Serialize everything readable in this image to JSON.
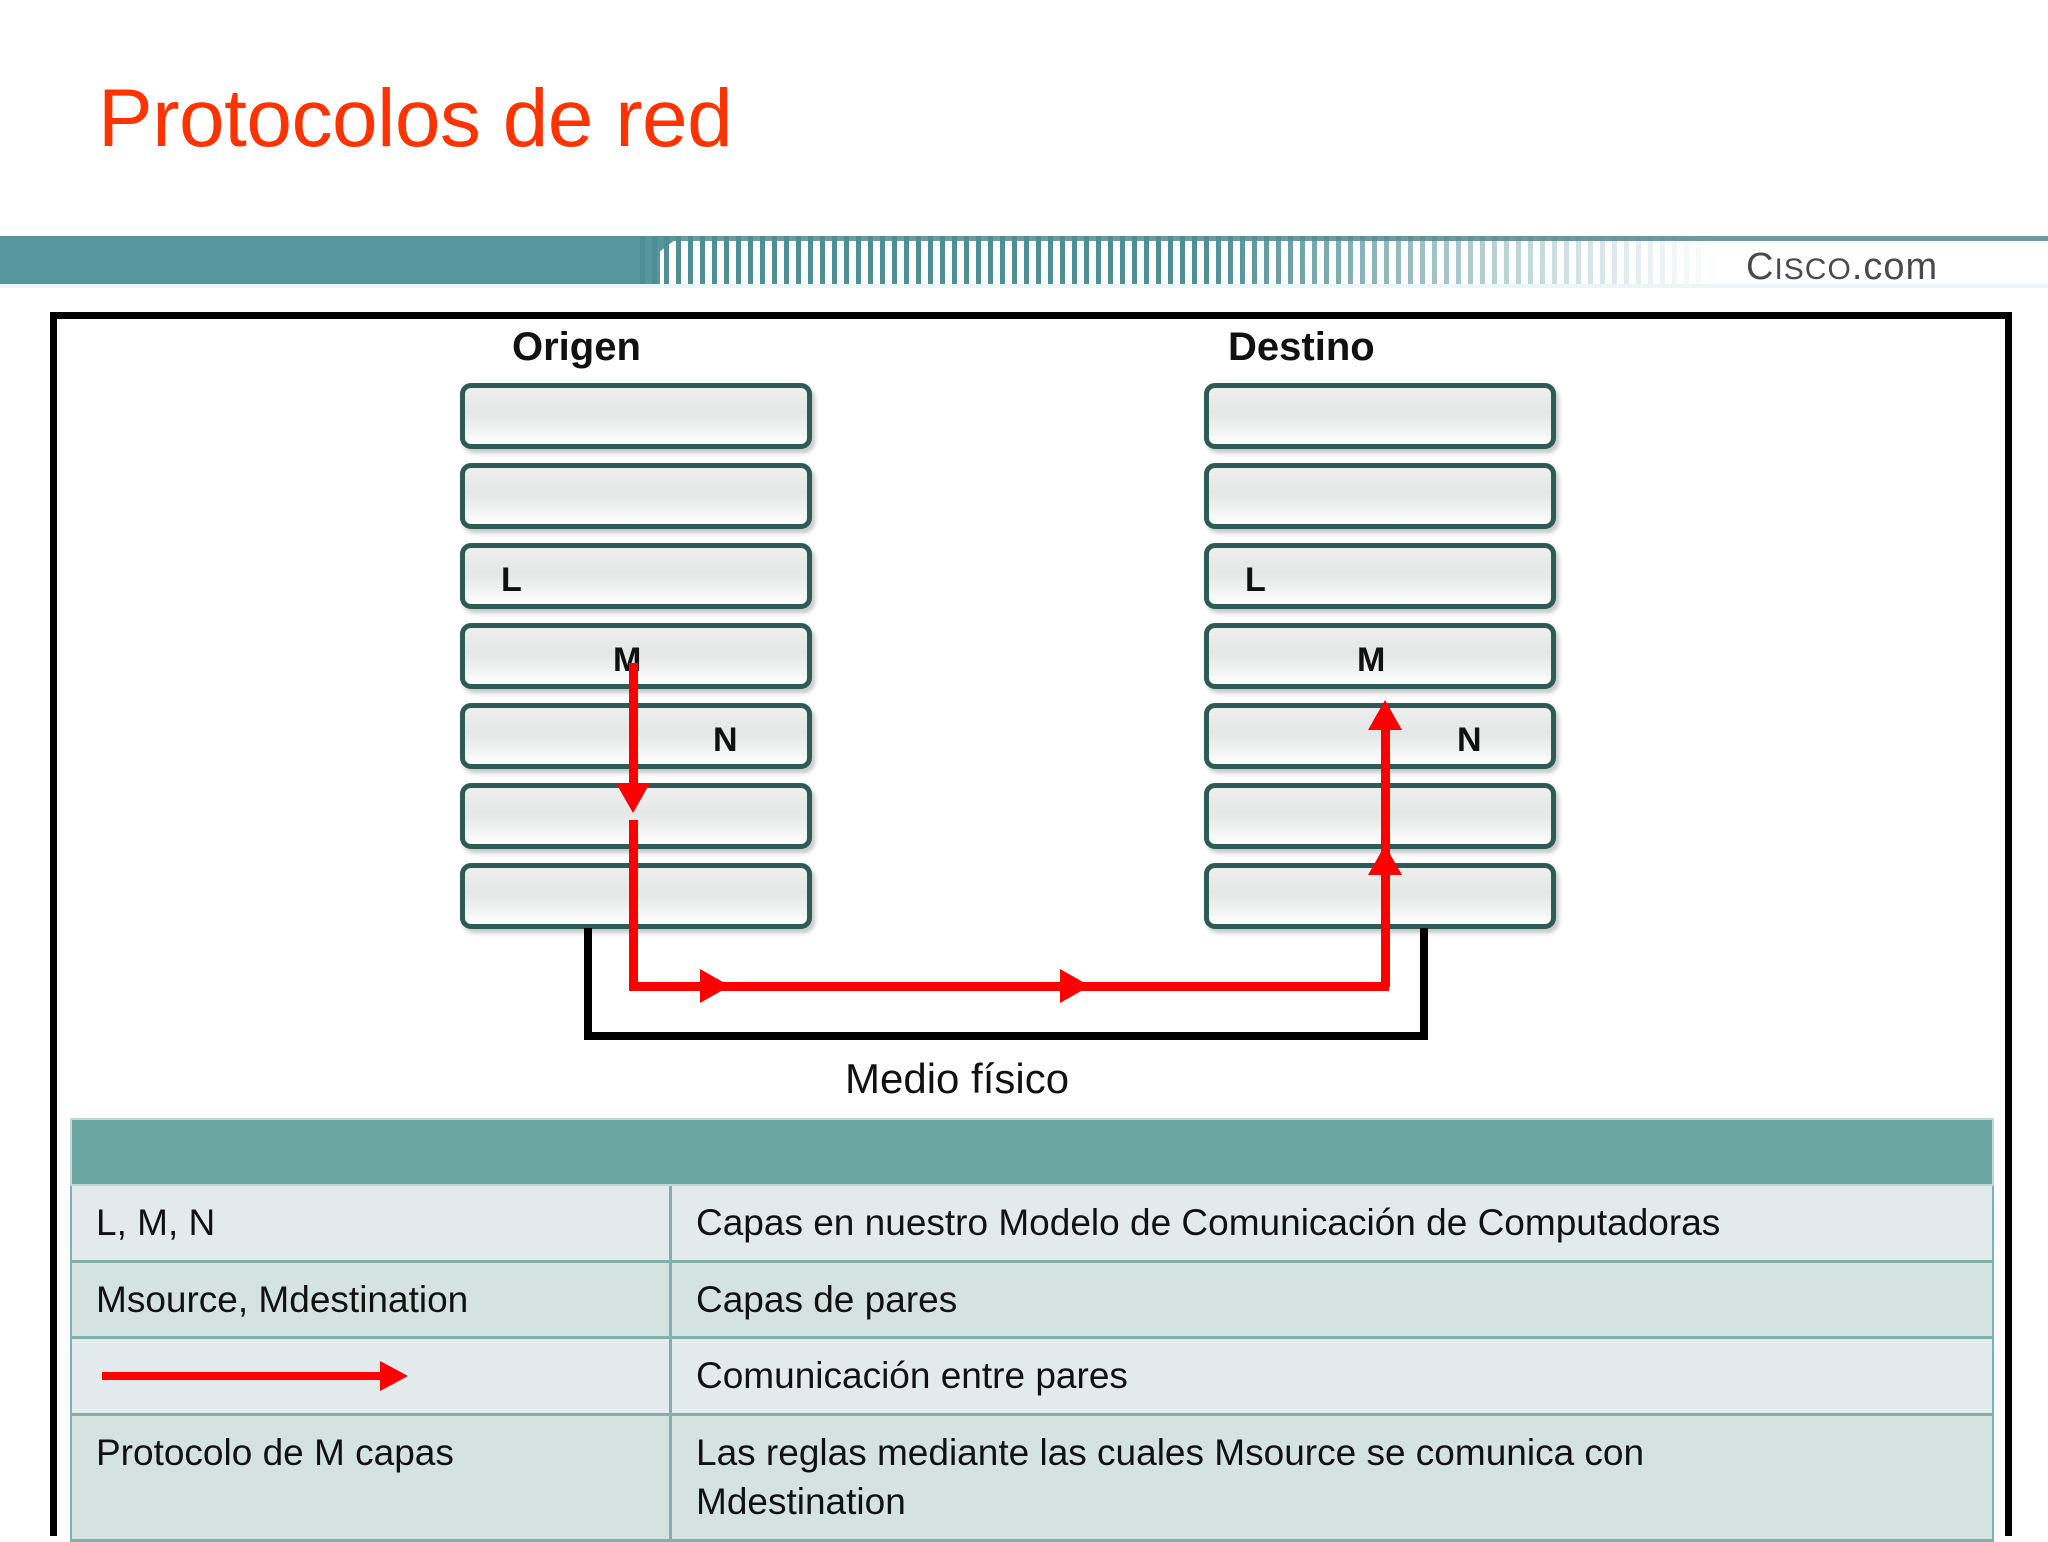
{
  "slide": {
    "title": "Protocolos de red",
    "title_color": "#FF3300",
    "brand": "Cisco.com"
  },
  "banner": {
    "teal": "#57969C",
    "stripe_color": "#4E8E95"
  },
  "diagram": {
    "source_title": "Origen",
    "destination_title": "Destino",
    "physical_medium_label": "Medio físico",
    "source_layers": [
      {
        "label": "",
        "align": ""
      },
      {
        "label": "",
        "align": ""
      },
      {
        "label": "L",
        "align": "left"
      },
      {
        "label": "M",
        "align": "mid"
      },
      {
        "label": "N",
        "align": "right"
      },
      {
        "label": "",
        "align": ""
      },
      {
        "label": "",
        "align": ""
      }
    ],
    "destination_layers": [
      {
        "label": "",
        "align": ""
      },
      {
        "label": "",
        "align": ""
      },
      {
        "label": "L",
        "align": "left"
      },
      {
        "label": "M",
        "align": "mid"
      },
      {
        "label": "N",
        "align": "right"
      },
      {
        "label": "",
        "align": ""
      },
      {
        "label": "",
        "align": ""
      }
    ],
    "arrow_color": "#FF0000",
    "medium_line_color": "#000000",
    "layer_border_color": "#2F5B56"
  },
  "legend": {
    "header_color": "#6BA5A0",
    "rows": [
      {
        "term": "L, M, N",
        "description": "Capas en nuestro Modelo de Comunicación de Computadoras",
        "is_arrow": false
      },
      {
        "term": "Msource, Mdestination",
        "description": "Capas de pares",
        "is_arrow": false
      },
      {
        "term": "",
        "description": "Comunicación entre pares",
        "is_arrow": true
      },
      {
        "term": "Protocolo de M capas",
        "description": "Las reglas mediante las cuales Msource se comunica con Mdestination",
        "is_arrow": false
      }
    ]
  }
}
